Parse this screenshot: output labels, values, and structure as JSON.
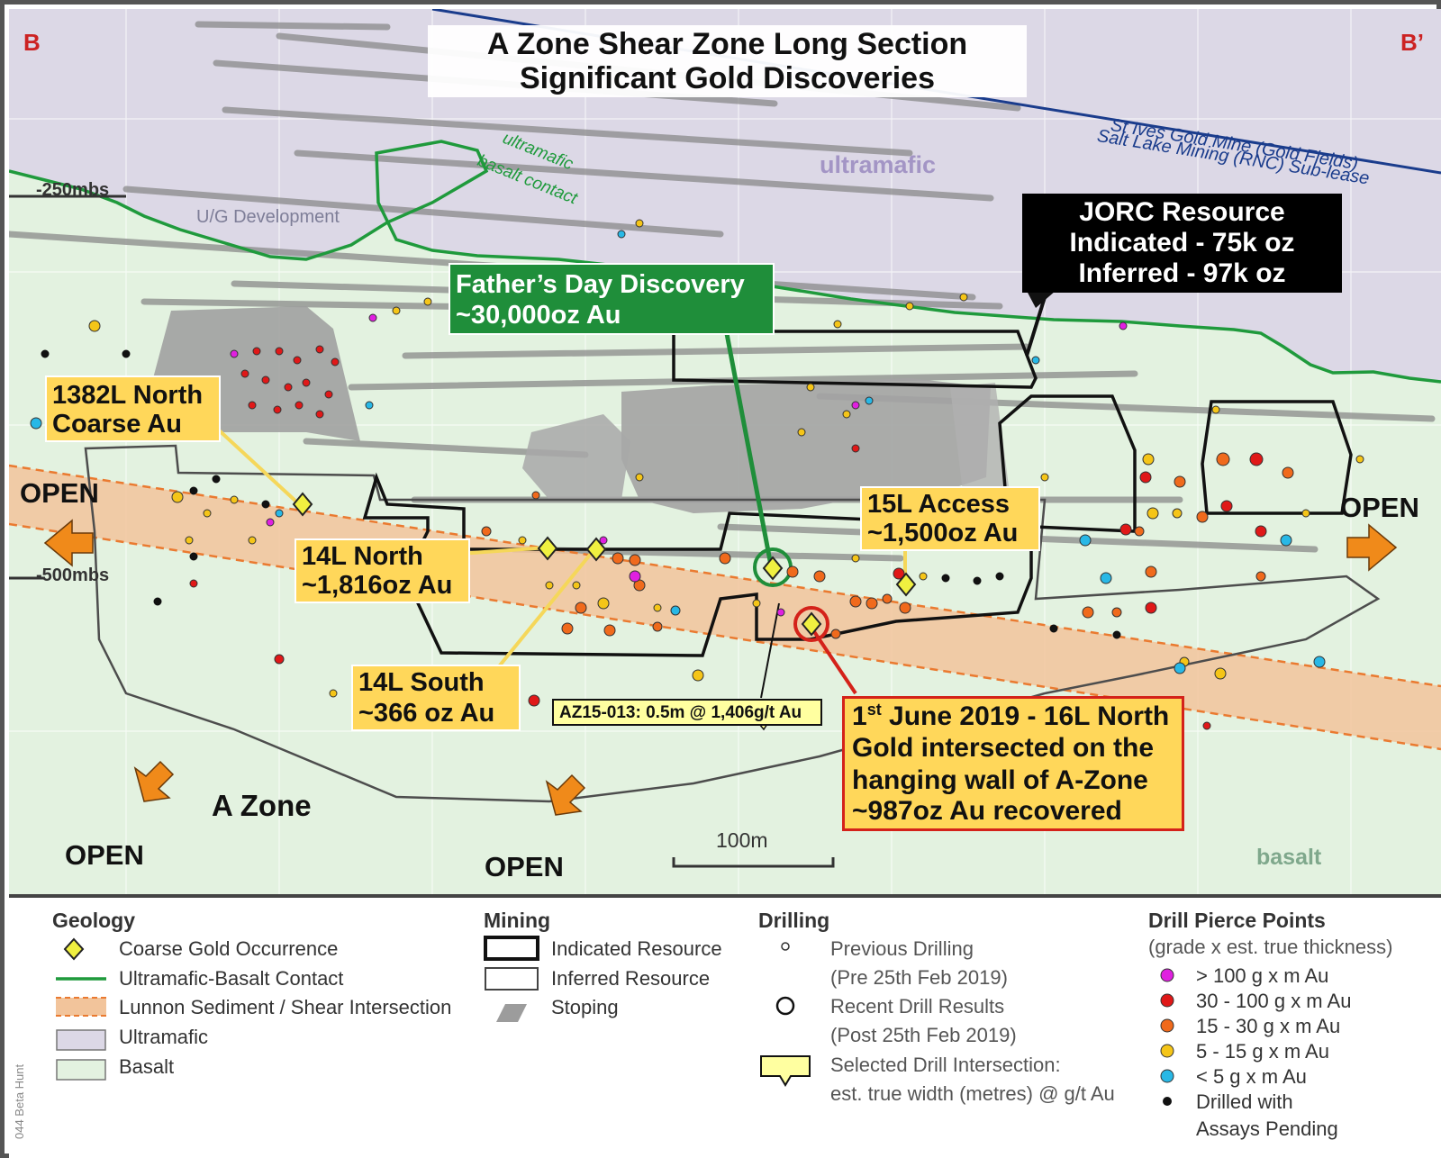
{
  "corners": {
    "left": "B",
    "right": "B’"
  },
  "title": {
    "line1": "A Zone Shear Zone Long Section",
    "line2": "Significant Gold Discoveries"
  },
  "lease": {
    "line1": "St Ives Gold Mine (Gold Fields)",
    "line2": "Salt Lake Mining (RNC) Sub-lease"
  },
  "depth_labels": {
    "top": "-250mbs",
    "bottom": "-500mbs"
  },
  "map_labels": {
    "ug_development": "U/G Development",
    "ultramafic": "ultramafic",
    "basalt": "basalt",
    "contact_line1": "ultramafic",
    "contact_line2": "basalt contact",
    "a_zone": "A Zone",
    "scale": "100m",
    "open": "OPEN"
  },
  "jorc": {
    "line1": "JORC Resource",
    "line2": "Indicated - 75k oz",
    "line3": "Inferred - 97k oz"
  },
  "callouts": {
    "fathers_day": {
      "line1": "Father’s Day Discovery",
      "line2": "~30,000oz Au"
    },
    "l1382": {
      "line1": "1382L North",
      "line2": "Coarse Au"
    },
    "l14_north": {
      "line1": "14L North",
      "line2": "~1,816oz Au"
    },
    "l14_south": {
      "line1": "14L South",
      "line2": "~366 oz Au"
    },
    "l15_access": {
      "line1": "15L Access",
      "line2": "~1,500oz Au"
    },
    "az15": "AZ15-013: 0.5m @ 1,406g/t Au",
    "l16_north": {
      "line1_main": "1",
      "line1_sup": "st",
      "line1_rest": " June 2019 - 16L North",
      "line2": "Gold intersected on the",
      "line3": "hanging wall of A-Zone",
      "line4": "~987oz Au recovered"
    }
  },
  "colors": {
    "ultramafic": "#dcd8e6",
    "basalt": "#e3f2e0",
    "contact": "#1f9a3c",
    "shear": "#f2c49b",
    "shear_edge": "#ea7a30",
    "callout_fill": "#ffd75a",
    "fathers_green": "#1f8e3a",
    "lease_line": "#1a3c8c",
    "magenta": "#e020e0",
    "red": "#e01818",
    "orange": "#f06a1c",
    "yellow": "#f5c518",
    "cyan": "#28b8e6",
    "black": "#111111"
  },
  "legend": {
    "geology": {
      "heading": "Geology",
      "items": [
        "Coarse Gold Occurrence",
        "Ultramafic-Basalt Contact",
        "Lunnon Sediment / Shear Intersection",
        "Ultramafic",
        "Basalt"
      ]
    },
    "mining": {
      "heading": "Mining",
      "items": [
        "Indicated Resource",
        "Inferred Resource",
        "Stoping"
      ]
    },
    "drilling": {
      "heading": "Drilling",
      "previous": {
        "line1": "Previous Drilling",
        "line2": "(Pre 25th Feb 2019)"
      },
      "recent": {
        "line1": "Recent Drill Results",
        "line2": "(Post 25th Feb 2019)"
      },
      "selected": {
        "line1": "Selected Drill Intersection:",
        "line2": "est. true width (metres) @ g/t Au"
      }
    },
    "pierce": {
      "heading": "Drill Pierce Points",
      "subheading": "(grade x est. true thickness)",
      "items": [
        "> 100 g x m Au",
        "30 - 100 g x m Au",
        "15 - 30 g x m Au",
        "5 - 15 g x m Au",
        "< 5 g x m Au"
      ],
      "pending": {
        "line1": "Drilled with",
        "line2": "Assays Pending"
      }
    }
  },
  "footer": "044 Beta Hunt"
}
